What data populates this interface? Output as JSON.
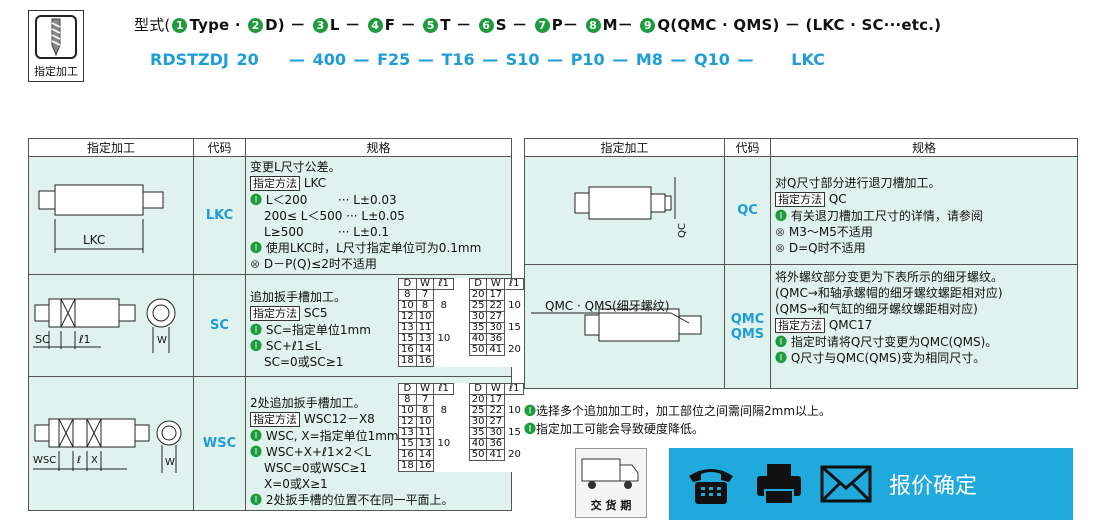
{
  "header": {
    "icon_caption": "指定加工",
    "model_prefix": "型式(",
    "model_parts": [
      "Type · ",
      "D) － ",
      "L － ",
      "F － ",
      "T － ",
      "S － ",
      "P－ ",
      "M－ ",
      "Q(QMC · QMS) － (LKC · SC···etc.)"
    ],
    "model_nums": [
      "1",
      "2",
      "3",
      "4",
      "5",
      "6",
      "7",
      "8",
      "9"
    ],
    "code_line": "RDSTZDJ 20    — 400 — F25 — T16 — S10 — P10 — M8 — Q10 —     LKC"
  },
  "left_table": {
    "headers": [
      "指定加工",
      "代码",
      "规格"
    ],
    "rows": [
      {
        "code": "LKC",
        "fig_label": "LKC",
        "lines": [
          "变更L尺寸公差。",
          "LKC",
          "L＜200        ··· L±0.03",
          "200≤ L＜500 ··· L±0.05",
          "L≥500         ··· L±0.1",
          "使用LKC时，L尺寸指定单位可为0.1mm",
          "D－P(Q)≤2时不适用"
        ],
        "tag": "指定方法"
      },
      {
        "code": "SC",
        "fig_sc": "SC",
        "fig_l": "ℓ1",
        "fig_w": "W",
        "lines": [
          "追加扳手槽加工。",
          "SC5",
          "SC=指定单位1mm",
          "SC+ℓ1≤L",
          "SC=0或SC≥1"
        ],
        "tag": "指定方法"
      },
      {
        "code": "WSC",
        "fig_sc": "WSC",
        "fig_l": "ℓ",
        "fig_x": "X",
        "fig_w": "W",
        "lines": [
          "2处追加扳手槽加工。",
          "WSC12－X8",
          "WSC, X=指定单位1mm",
          "WSC+X+ℓ1×2＜L",
          "WSC=0或WSC≥1",
          "X=0或X≥1",
          "2处扳手槽的位置不在同一平面上。"
        ],
        "tag": "指定方法"
      }
    ]
  },
  "mini_table": {
    "head": [
      "D",
      "W",
      "ℓ1",
      "D",
      "W",
      "ℓ1"
    ],
    "left": [
      [
        "8",
        "7"
      ],
      [
        "10",
        "8"
      ],
      [
        "12",
        "10"
      ],
      [
        "13",
        "11"
      ],
      [
        "15",
        "13"
      ],
      [
        "16",
        "14"
      ],
      [
        "18",
        "16"
      ]
    ],
    "left_l": [
      "8",
      "10"
    ],
    "right": [
      [
        "20",
        "17"
      ],
      [
        "25",
        "22"
      ],
      [
        "30",
        "27"
      ],
      [
        "35",
        "30"
      ],
      [
        "40",
        "36"
      ],
      [
        "50",
        "41"
      ]
    ],
    "right_l": [
      "10",
      "15",
      "20"
    ]
  },
  "right_table": {
    "headers": [
      "指定加工",
      "代码",
      "规格"
    ],
    "rows": [
      {
        "code": "QC",
        "fig_label": "QC",
        "lines": [
          "对Q尺寸部分进行退刀槽加工。",
          "QC",
          "有关退刀槽加工尺寸的详情，请参阅",
          "M3～M5不适用",
          "D=Q时不适用"
        ],
        "tag": "指定方法"
      },
      {
        "code": "QMC\nQMS",
        "code1": "QMC",
        "code2": "QMS",
        "fig_label": "QMC · QMS(细牙螺纹)",
        "lines": [
          "将外螺纹部分变更为下表所示的细牙螺纹。",
          "(QMC→和轴承螺帽的细牙螺纹螺距相对应)",
          "(QMS→和气缸的细牙螺纹螺距相对应)",
          "QMC17",
          "指定时请将Q尺寸变更为QMC(QMS)。",
          "Q尺寸与QMC(QMS)变为相同尺寸。"
        ],
        "tag": "指定方法"
      }
    ]
  },
  "notes": [
    "选择多个追加加工时，加工部位之间需间隔2mm以上。",
    "指定加工可能会导致硬度降低。"
  ],
  "buttons": {
    "delivery": "交 货 期",
    "quote": "报价确定"
  },
  "colors": {
    "accent": "#1e9dd6",
    "cell_bg": "#dff2ed",
    "green": "#1e9b3c",
    "quote_bg": "#1fa9dc"
  }
}
